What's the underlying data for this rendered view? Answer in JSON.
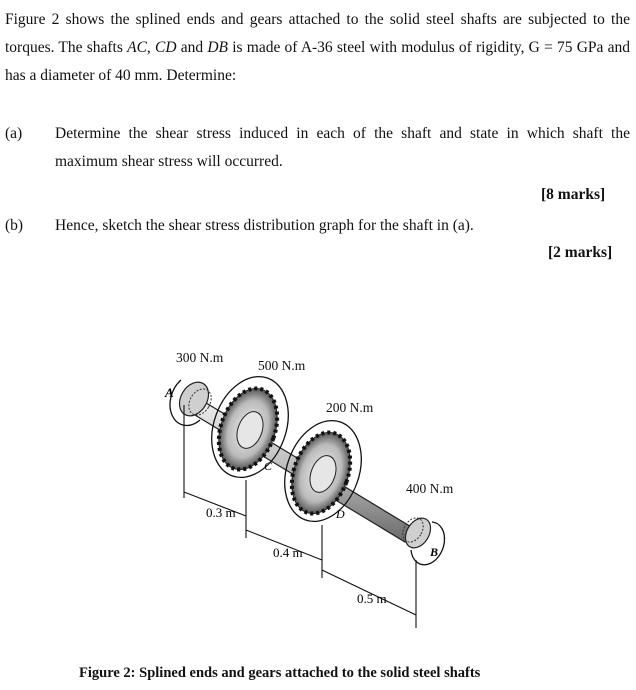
{
  "intro": {
    "part1": "Figure 2 shows the splined ends and gears attached to the solid steel shafts are subjected to the torques. The shafts ",
    "ac": "AC",
    "comma": ", ",
    "cd": "CD",
    "and": " and ",
    "db": "DB",
    "part2": " is made of A-36 steel with modulus of rigidity, G = 75 GPa and has a diameter of 40 mm. Determine:"
  },
  "questions": [
    {
      "label": "(a)",
      "text": "Determine the shear stress induced in each of the shaft and state in which shaft the maximum shear stress will occurred.",
      "marks": "[8 marks]"
    },
    {
      "label": "(b)",
      "text": "Hence, sketch the shear stress distribution graph for the shaft in (a).",
      "marks": "[2 marks]"
    }
  ],
  "figure": {
    "torques": {
      "a": "300 N.m",
      "c": "500 N.m",
      "d": "200 N.m",
      "b": "400 N.m"
    },
    "points": {
      "a": "A",
      "c": "C",
      "d": "D",
      "b": "B"
    },
    "lengths": {
      "ac": "0.3 m",
      "cd": "0.4 m",
      "db": "0.5 m"
    },
    "caption": "Figure 2: Splined ends and gears attached to the solid steel shafts"
  }
}
